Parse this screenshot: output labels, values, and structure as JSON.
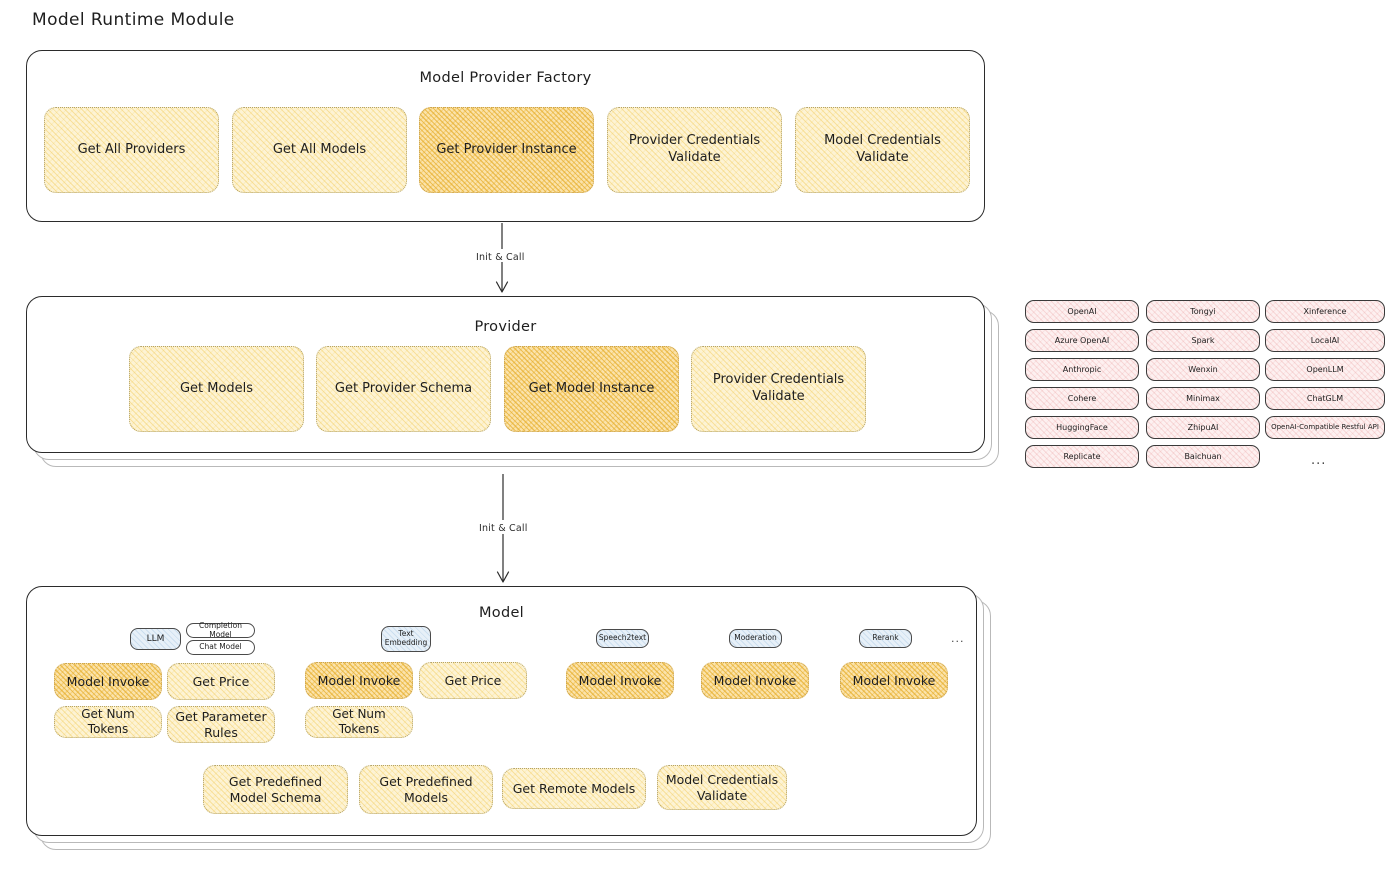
{
  "page": {
    "title": "Model Runtime Module"
  },
  "colors": {
    "amber_fill": "#fdf3d4",
    "amber_strong_fill": "#fbe3ab",
    "pink_fill": "#fdf0f0",
    "blue_fill": "#e7f0f8",
    "stroke": "#2b2b2b",
    "dotted_border": "#b3a36a"
  },
  "factory": {
    "title": "Model Provider Factory",
    "nodes": [
      {
        "label": "Get All Providers",
        "highlight": false
      },
      {
        "label": "Get All Models",
        "highlight": false
      },
      {
        "label": "Get Provider Instance",
        "highlight": true
      },
      {
        "label": "Provider Credentials Validate",
        "highlight": false
      },
      {
        "label": "Model Credentials Validate",
        "highlight": false
      }
    ]
  },
  "arrows": [
    {
      "label": "Init & Call"
    },
    {
      "label": "Init & Call"
    }
  ],
  "provider": {
    "title": "Provider",
    "nodes": [
      {
        "label": "Get Models",
        "highlight": false
      },
      {
        "label": "Get Provider Schema",
        "highlight": false
      },
      {
        "label": "Get Model Instance",
        "highlight": true
      },
      {
        "label": "Provider Credentials Validate",
        "highlight": false
      }
    ]
  },
  "provider_list": {
    "columns": [
      {
        "items": [
          "OpenAI",
          "Azure OpenAI",
          "Anthropic",
          "Cohere",
          "HuggingFace",
          "Replicate"
        ]
      },
      {
        "items": [
          "Tongyi",
          "Spark",
          "Wenxin",
          "Minimax",
          "ZhipuAI",
          "Baichuan"
        ]
      },
      {
        "items": [
          "Xinference",
          "LocalAI",
          "OpenLLM",
          "ChatGLM",
          "OpenAI-Compatible Restful API"
        ]
      }
    ],
    "more": "..."
  },
  "model": {
    "title": "Model",
    "more": "...",
    "types": [
      {
        "badge": "LLM",
        "sub_badges": [
          "Completion Model",
          "Chat Model"
        ],
        "nodes": [
          {
            "label": "Model Invoke",
            "highlight": true
          },
          {
            "label": "Get Price",
            "highlight": false
          },
          {
            "label": "Get Num Tokens",
            "highlight": false
          },
          {
            "label": "Get Parameter Rules",
            "highlight": false
          }
        ]
      },
      {
        "badge": "Text Embedding",
        "sub_badges": [],
        "nodes": [
          {
            "label": "Model Invoke",
            "highlight": true
          },
          {
            "label": "Get Price",
            "highlight": false
          },
          {
            "label": "Get Num Tokens",
            "highlight": false
          }
        ]
      },
      {
        "badge": "Speech2text",
        "sub_badges": [],
        "nodes": [
          {
            "label": "Model Invoke",
            "highlight": true
          }
        ]
      },
      {
        "badge": "Moderation",
        "sub_badges": [],
        "nodes": [
          {
            "label": "Model Invoke",
            "highlight": true
          }
        ]
      },
      {
        "badge": "Rerank",
        "sub_badges": [],
        "nodes": [
          {
            "label": "Model Invoke",
            "highlight": true
          }
        ]
      }
    ],
    "common_nodes": [
      {
        "label": "Get Predefined Model Schema"
      },
      {
        "label": "Get Predefined Models"
      },
      {
        "label": "Get Remote Models"
      },
      {
        "label": "Model Credentials Validate"
      }
    ]
  }
}
